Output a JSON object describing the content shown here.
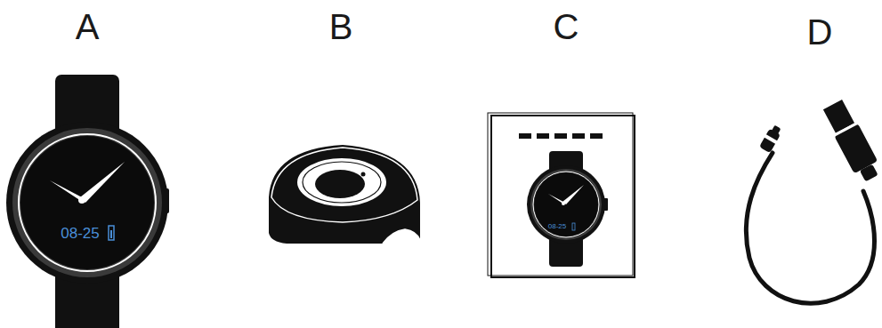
{
  "diagram": {
    "labels": [
      "A",
      "B",
      "C",
      "D",
      "08-25",
      "08-25"
    ]
  }
}
